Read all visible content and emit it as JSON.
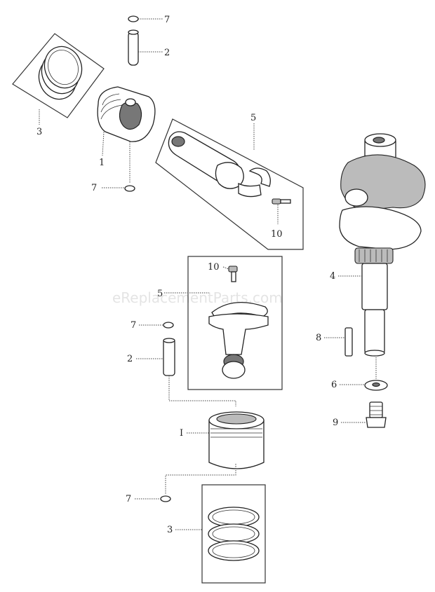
{
  "watermark": "eReplacementParts.com",
  "callouts": {
    "p7_top": "7",
    "p2_top": "2",
    "p3_top": "3",
    "p1_top": "1",
    "p7_left": "7",
    "p5_top": "5",
    "p10_top": "10",
    "p10_mid": "10",
    "p5_mid": "5",
    "p7_mid": "7",
    "p2_mid": "2",
    "p4": "4",
    "p8": "8",
    "p6": "6",
    "p9": "9",
    "p1_bottom": "I",
    "p7_bottom": "7",
    "p3_bottom": "3"
  }
}
